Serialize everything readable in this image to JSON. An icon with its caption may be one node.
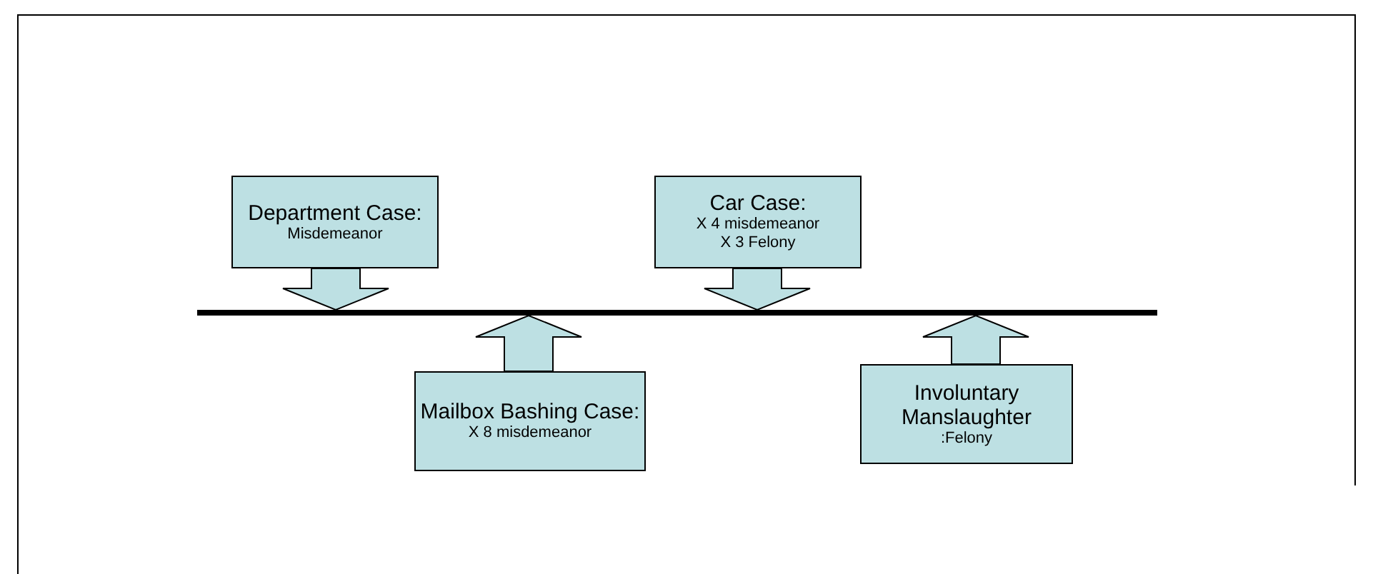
{
  "diagram": {
    "nodes": [
      {
        "text": [
          "Department Case:",
          "Misdemeanor"
        ]
      },
      {
        "text": [
          "Mailbox Bashing Case:",
          "X 8 misdemeanor"
        ]
      },
      {
        "text": [
          "Car Case:",
          "X 4 misdemeanor",
          "X 3 Felony"
        ]
      },
      {
        "text": [
          "Involuntary Manslaughter",
          ":Felony"
        ]
      },
      {
        "text": [],
        "shape": "bar"
      }
    ],
    "edges": [
      {
        "from": 0,
        "to": 4,
        "arrow": "to"
      },
      {
        "from": 1,
        "to": 4,
        "arrow": "to"
      },
      {
        "from": 2,
        "to": 4,
        "arrow": "to"
      },
      {
        "from": 3,
        "to": 4,
        "arrow": "to"
      }
    ]
  }
}
